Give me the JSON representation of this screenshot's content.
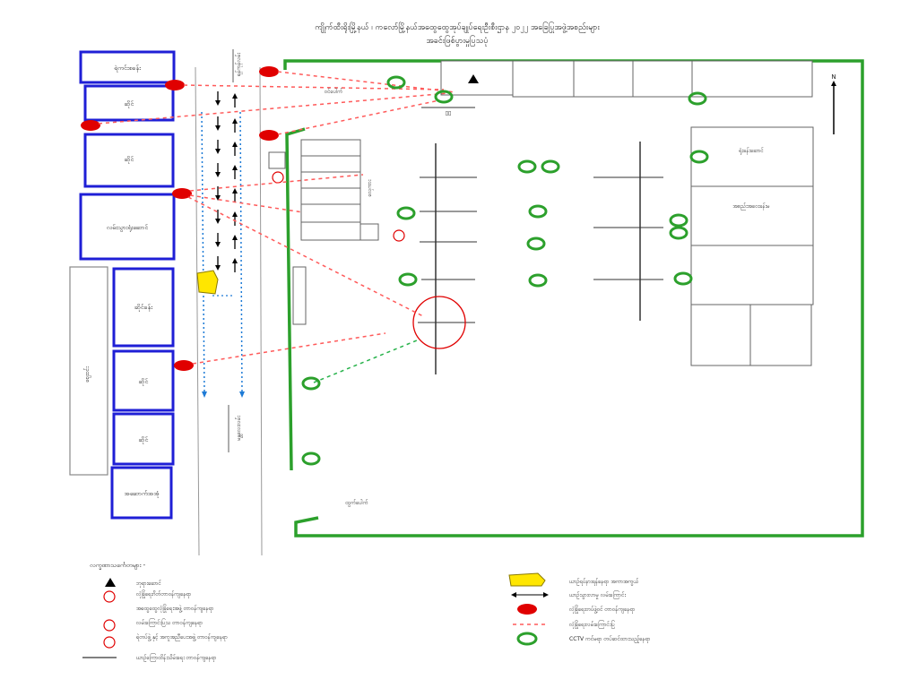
{
  "title": {
    "line1": "ကျိုက်ထီးရိုးမြို့နယ် ၊ ကလော်မြို့နယ်အထွေထွေအုပ်ချုပ်ရေးဦးစီးဌာန ၂၀၂၂ အခြေပြုအဖွဲ့အစည်းများ",
    "line2": "အခင်းဖြစ်ပွားမှုပြသပုံ"
  },
  "north_label": "N",
  "left_blocks": [
    {
      "label": "ရဲကင်းစခန်း"
    },
    {
      "label": "ဆိုင်"
    },
    {
      "label": "ဆိုင်"
    },
    {
      "label": "လမ်းသွားရုံးဆောင်"
    },
    {
      "label": "ဆိုင်ခန်း"
    },
    {
      "label": "ဆိုင်"
    },
    {
      "label": "ဆိုင်"
    },
    {
      "label": "အဆောက်အအုံ"
    }
  ],
  "left_outer_label": "ဈေးဝင်း",
  "road_label_top": "ရန်ကုန်လမ်း",
  "road_label_bottom": "မန္တလေးလမ်း",
  "gate_label_top": "ဝင်ပေါက်",
  "gate_label_bottom": "ထွက်ပေါက်",
  "stair_label": "လှေကား",
  "right_rooms": [
    {
      "label": "ရုံးခန်းဆောင်"
    },
    {
      "label": "အစည်းအဝေးခန်းမ"
    }
  ],
  "legend": {
    "heading": "လက္ခဏာသင်္ကေတများ -",
    "left": [
      {
        "icon": "hazard-triangle",
        "text": "ဘုရားဆောင်"
      },
      {
        "icon": "red-circle-marker",
        "text": "လုံခြုံရေးဂိတ်တာဝန်ကျနေရာ"
      },
      {
        "icon": "text-only",
        "text": "အထွေထွေလုံခြုံရေးအဖွဲ့ တာဝန်ကျနေရာ"
      },
      {
        "icon": "red-circle-marker",
        "text": "လမ်းကြောင်းပြသ တာဝန်ကျနေရာ"
      },
      {
        "icon": "red-circle-marker",
        "text": "ရဲတပ်ဖွဲ့ နှင့် အကူအညီပေးအဖွဲ့ တာဝန်ကျနေရာ"
      },
      {
        "icon": "line-marker",
        "text": "ယာဉ်ကြောထိန်းသိမ်းရေး တာဝန်ကျနေရာ"
      }
    ],
    "right": [
      {
        "icon": "yellow-vehicle",
        "text": "ယာဉ်ရပ်နားရန်နေရာ အကာအကွယ်"
      },
      {
        "icon": "arrow-marker",
        "text": "ယာဉ်သွားလာမှု လမ်းကြောင်း"
      },
      {
        "icon": "red-dot",
        "text": "လုံခြုံရေးတပ်ဖွဲ့ဝင် တာဝန်ကျနေရာ"
      },
      {
        "icon": "red-dashed-arrow",
        "text": "လုံခြုံရေးလမ်းကြောင်းပြ"
      },
      {
        "icon": "green-circle",
        "text": "CCTV ကင်မရာ တပ်ဆင်ထားသည့်နေရာ"
      }
    ]
  },
  "colors": {
    "blue_border": "#1f1fd6",
    "green_border": "#2ca02c",
    "red": "#e00000",
    "red_dash": "#ff5a5a",
    "green_dash": "#27b24a",
    "blue_dot": "#1e7bd6",
    "yellow": "#ffe600"
  }
}
